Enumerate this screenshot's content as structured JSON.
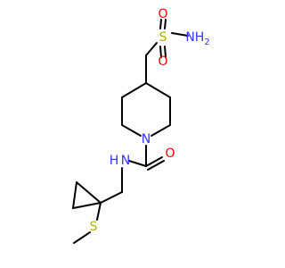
{
  "molecule": {
    "colors": {
      "bond": "#000000",
      "nitrogen": "#3333ff",
      "oxygen": "#ff0000",
      "sulfur": "#b2b200"
    },
    "labels": {
      "nh2": "NH",
      "nh2_sub": "2",
      "sulfonyl_s": "S",
      "sulfonyl_o_top": "O",
      "sulfonyl_o_bottom": "O",
      "ring_n": "N",
      "amide_o": "O",
      "amide_nh": "N",
      "amide_h": "H",
      "thioether_s": "S"
    }
  }
}
